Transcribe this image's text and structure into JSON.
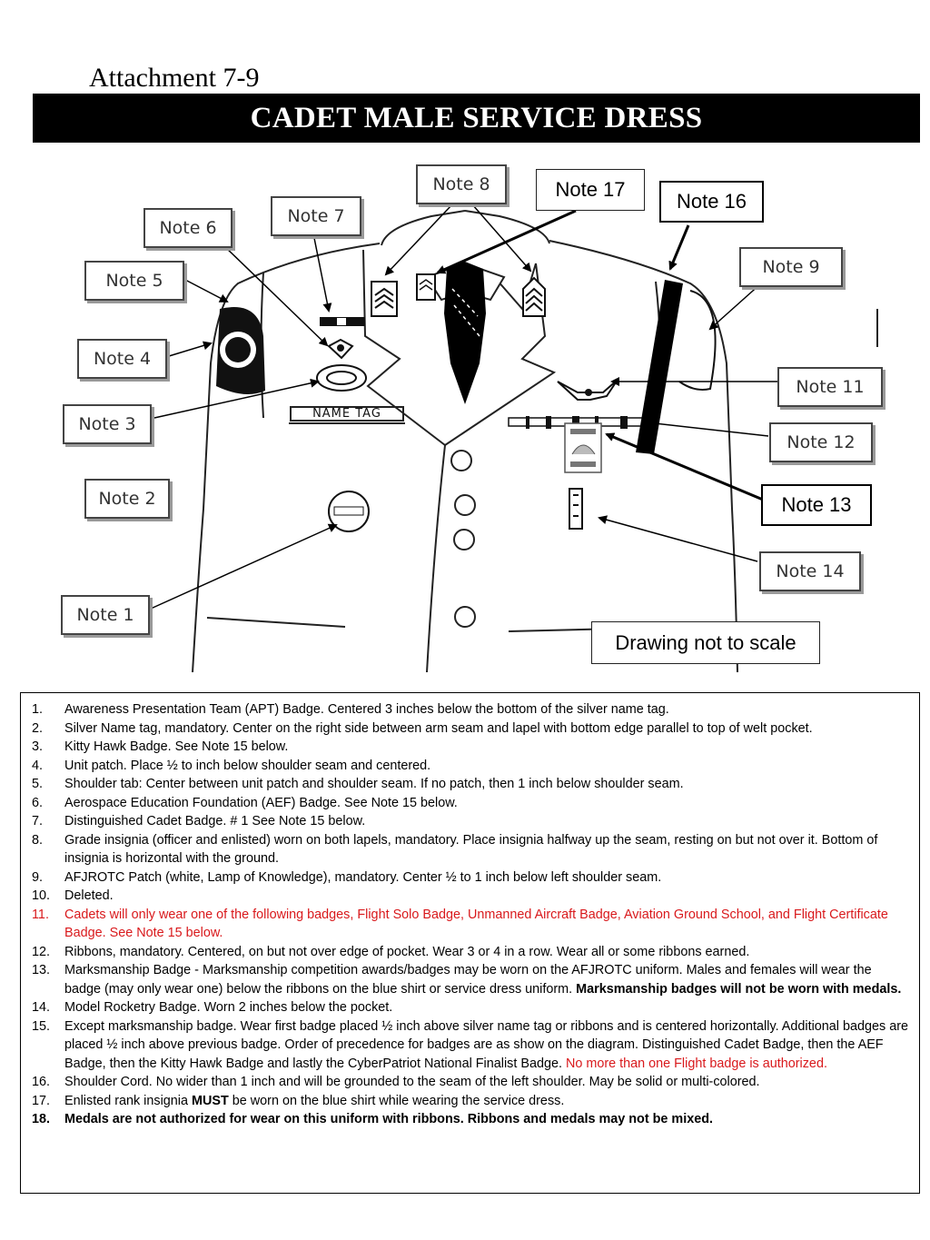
{
  "header": {
    "attachment": "Attachment 7-9",
    "title": "CADET MALE SERVICE DRESS"
  },
  "callouts": {
    "note1": "Note 1",
    "note2": "Note 2",
    "note3": "Note 3",
    "note4": "Note 4",
    "note5": "Note 5",
    "note6": "Note 6",
    "note7": "Note 7",
    "note8": "Note 8",
    "note9": "Note 9",
    "note11": "Note 11",
    "note12": "Note 12",
    "note13": "Note 13",
    "note14": "Note 14",
    "note16": "Note 16",
    "note17": "Note 17",
    "scale": "Drawing not to scale"
  },
  "diagram": {
    "name_tag": "NAME TAG"
  },
  "notes": [
    {
      "num": "1.",
      "parts": [
        {
          "text": "Awareness Presentation Team (APT) Badge.  Centered 3 inches below the bottom of the silver name tag."
        }
      ]
    },
    {
      "num": "2.",
      "parts": [
        {
          "text": "Silver Name tag, mandatory.  Center on the right side between arm seam and lapel with bottom edge parallel to top of welt pocket."
        }
      ]
    },
    {
      "num": "3.",
      "parts": [
        {
          "text": "Kitty Hawk Badge.  See Note 15 below."
        }
      ]
    },
    {
      "num": "4.",
      "parts": [
        {
          "text": "Unit patch.  Place ½ to inch below shoulder seam and centered."
        }
      ]
    },
    {
      "num": "5.",
      "parts": [
        {
          "text": "Shoulder tab:  Center between unit patch and shoulder seam.  If no patch, then 1 inch below shoulder seam."
        }
      ]
    },
    {
      "num": "6.",
      "parts": [
        {
          "text": "Aerospace Education Foundation (AEF) Badge.  See Note 15 below."
        }
      ]
    },
    {
      "num": "7.",
      "parts": [
        {
          "text": "Distinguished Cadet Badge.  # 1 See Note 15 below."
        }
      ]
    },
    {
      "num": "8.",
      "parts": [
        {
          "text": "Grade insignia (officer and enlisted) worn on both lapels, mandatory.  Place insignia halfway up the seam, resting on but not over it.  Bottom of insignia is horizontal with the ground."
        }
      ]
    },
    {
      "num": "9.",
      "parts": [
        {
          "text": "AFJROTC Patch (white, Lamp of Knowledge), mandatory.  Center ½ to 1 inch below left shoulder seam."
        }
      ]
    },
    {
      "num": "10.",
      "parts": [
        {
          "text": "Deleted."
        }
      ]
    },
    {
      "num": "11.",
      "style": "red",
      "parts": [
        {
          "text": "Cadets will only wear one of the following badges, Flight Solo Badge, Unmanned Aircraft Badge, Aviation Ground School, and Flight Certificate Badge.  See Note 15 below."
        }
      ]
    },
    {
      "num": "12.",
      "parts": [
        {
          "text": "Ribbons, mandatory.  Centered, on but not over edge of pocket.  Wear 3 or 4 in a row.  Wear all or some ribbons earned."
        }
      ]
    },
    {
      "num": "13.",
      "parts": [
        {
          "text": "Marksmanship Badge - Marksmanship competition awards/badges may be worn on the AFJROTC uniform.  Males and females will wear the badge (may only wear one) below the ribbons on the blue shirt or service dress uniform. "
        },
        {
          "text": "Marksmanship badges will not be worn with medals.",
          "style": "bold"
        }
      ]
    },
    {
      "num": "14.",
      "parts": [
        {
          "text": "Model Rocketry Badge.  Worn 2 inches below the pocket."
        }
      ]
    },
    {
      "num": "15.",
      "parts": [
        {
          "text": "Except marksmanship badge.  Wear first badge placed ½ inch above silver name tag or ribbons and is centered horizontally.  Additional badges are placed ½ inch above previous badge. Order of precedence for badges are as show on the diagram.  Distinguished Cadet Badge, then the AEF Badge, then the Kitty Hawk Badge and lastly the CyberPatriot National Finalist Badge.  "
        },
        {
          "text": "No more than one Flight badge is authorized.",
          "style": "red"
        }
      ]
    },
    {
      "num": "16.",
      "parts": [
        {
          "text": "Shoulder Cord.  No wider than 1 inch and will be grounded to the seam of the left shoulder.  May be solid or  multi-colored."
        }
      ]
    },
    {
      "num": "17.",
      "parts": [
        {
          "text": "Enlisted rank insignia "
        },
        {
          "text": "MUST",
          "style": "bold"
        },
        {
          "text": " be worn on the blue shirt while wearing the service dress."
        }
      ]
    },
    {
      "num": "18.",
      "style": "bold",
      "parts": [
        {
          "text": "Medals are not authorized for wear on this uniform with ribbons.  Ribbons and medals may not be mixed."
        }
      ]
    }
  ]
}
